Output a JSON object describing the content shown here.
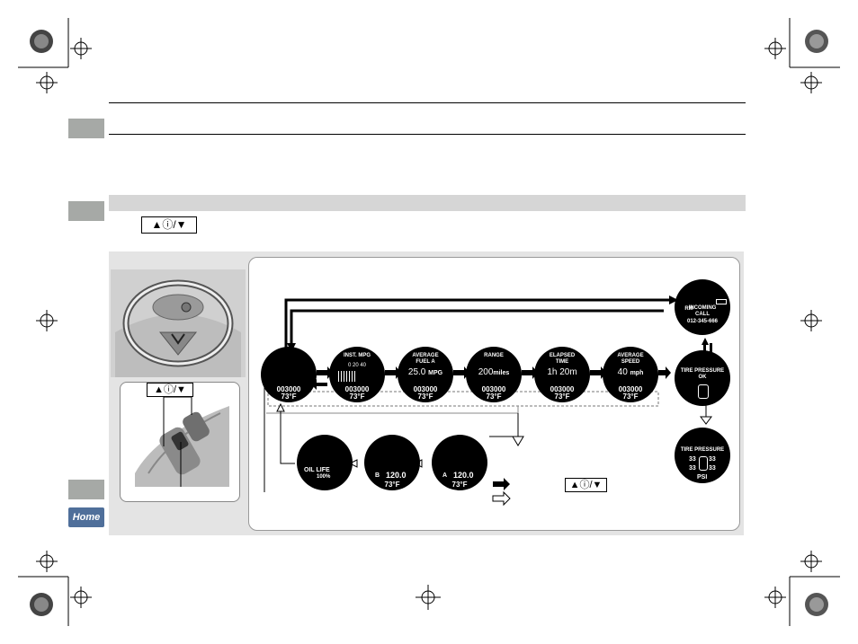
{
  "button_glyph": "▲ⓘ/▼",
  "legend": {
    "button_glyph": "▲ⓘ/▼"
  },
  "inset": {
    "button_glyph": "▲ⓘ/▼"
  },
  "displays": {
    "blank": {
      "odo": "003000",
      "temp": "73°F"
    },
    "inst_mpg": {
      "title": "INST. MPG",
      "scale": "0   20   40",
      "odo": "003000",
      "temp": "73°F"
    },
    "avg_fuel": {
      "title1": "AVERAGE",
      "title2": "FUEL A",
      "value": "25.0",
      "unit": "MPG",
      "odo": "003000",
      "temp": "73°F"
    },
    "range": {
      "title": "RANGE",
      "value": "200",
      "unit": "miles",
      "odo": "003000",
      "temp": "73°F"
    },
    "elapsed": {
      "title1": "ELAPSED",
      "title2": "TIME",
      "value": "1h 20m",
      "odo": "003000",
      "temp": "73°F"
    },
    "avg_speed": {
      "title1": "AVERAGE",
      "title2": "SPEED",
      "value": "40",
      "unit": "mph",
      "odo": "003000",
      "temp": "73°F"
    },
    "tire_ok": {
      "title": "TIRE PRESSURE",
      "status": "OK"
    },
    "incoming": {
      "band": "RM",
      "line1": "INCOMING",
      "line2": "CALL",
      "number": "012-345-666"
    },
    "tire_psi": {
      "title": "TIRE PRESSURE",
      "fl": "33",
      "fr": "33",
      "rl": "33",
      "rr": "33",
      "unit": "PSI"
    },
    "trip_a": {
      "label": "A",
      "value": "120.0",
      "temp": "73°F"
    },
    "trip_b": {
      "label": "B",
      "value": "120.0",
      "temp": "73°F"
    },
    "oil": {
      "title": "OIL LIFE",
      "value": "100%"
    }
  },
  "home_label": "Home"
}
